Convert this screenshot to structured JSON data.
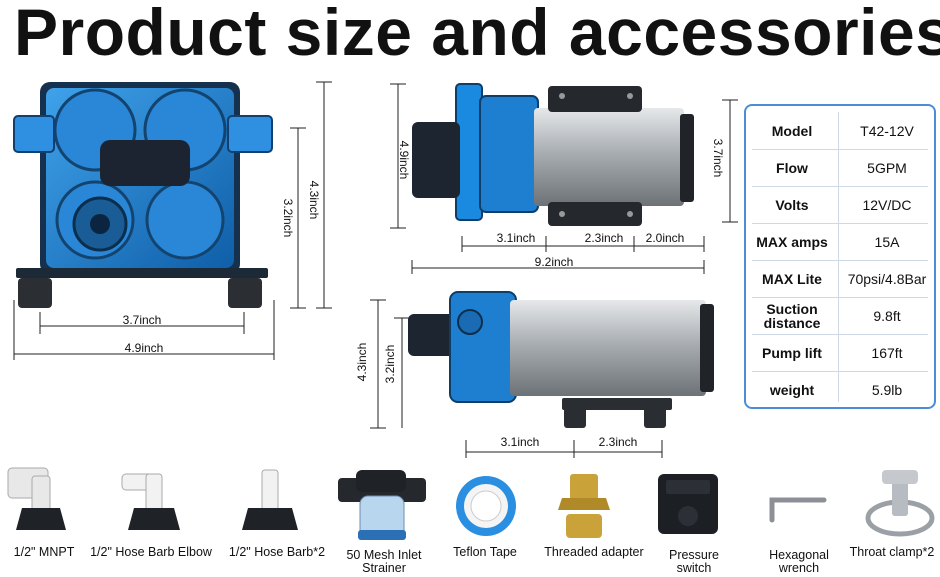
{
  "title": "Product size and accessories",
  "dimensions": {
    "front_width_inner": "3.7inch",
    "front_width_outer": "4.9inch",
    "front_height_inner": "3.2inch",
    "front_height_outer": "4.3inch",
    "side_height_left": "4.9inch",
    "side_height_right": "3.7inch",
    "side_seg1": "3.1inch",
    "side_seg2": "2.3inch",
    "side_seg3": "2.0inch",
    "side_total": "9.2inch",
    "bottom_height_outer": "4.3inch",
    "bottom_height_inner": "3.2inch",
    "bottom_seg1": "3.1inch",
    "bottom_seg2": "2.3inch"
  },
  "specs": [
    {
      "label": "Model",
      "value": "T42-12V"
    },
    {
      "label": "Flow",
      "value": "5GPM"
    },
    {
      "label": "Volts",
      "value": "12V/DC"
    },
    {
      "label": "MAX amps",
      "value": "15A"
    },
    {
      "label": "MAX Lite",
      "value": "70psi/4.8Bar"
    },
    {
      "label": "Suction distance",
      "value": "9.8ft"
    },
    {
      "label": "Pump lift",
      "value": "167ft"
    },
    {
      "label": "weight",
      "value": "5.9lb"
    }
  ],
  "accessories": [
    {
      "label": "1/2\" MNPT",
      "icon": "mnpt-fitting-icon"
    },
    {
      "label": "1/2\" Hose Barb Elbow",
      "icon": "hose-barb-elbow-icon"
    },
    {
      "label": "1/2\" Hose Barb*2",
      "icon": "hose-barb-icon"
    },
    {
      "label": "50 Mesh Inlet\nStrainer",
      "icon": "strainer-icon"
    },
    {
      "label": "Teflon Tape",
      "icon": "teflon-tape-icon"
    },
    {
      "label": "Threaded adapter",
      "icon": "threaded-adapter-icon"
    },
    {
      "label": "Pressure\nswitch",
      "icon": "pressure-switch-icon"
    },
    {
      "label": "Hexagonal\nwrench",
      "icon": "hex-wrench-icon"
    },
    {
      "label": "Throat clamp*2",
      "icon": "throat-clamp-icon"
    }
  ],
  "colors": {
    "pump_blue": "#1e7fd0",
    "pump_dark": "#1a3550",
    "motor_gray": "#9ea3a8",
    "table_border": "#4a8fd6"
  }
}
